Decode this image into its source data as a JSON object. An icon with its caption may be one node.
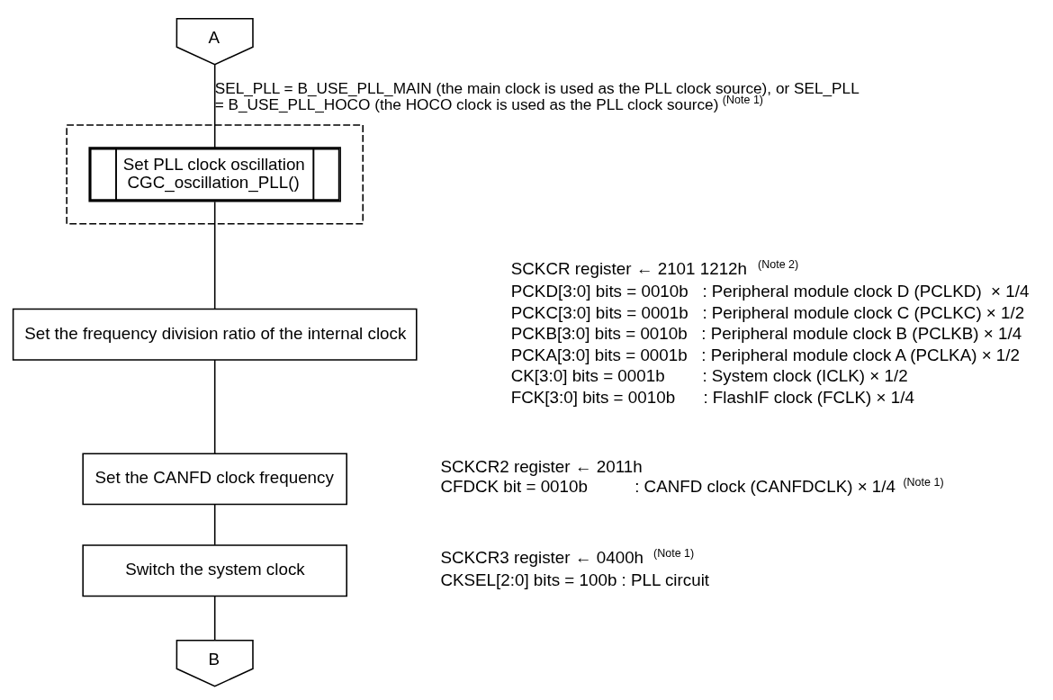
{
  "diagram": {
    "nodes": [
      {
        "text": [
          "A"
        ]
      },
      {
        "text": [],
        "shape": "box"
      },
      {
        "text": [
          "Set PLL clock oscillation",
          "CGC_oscillation_PLL()"
        ],
        "in": 1
      },
      {
        "text": [
          "Set the frequency division ratio of the internal clock"
        ],
        "beside": [
          "SCKCR register ← 2101 1212h $^{(Note 2)}$",
          "PCKD[3:0] bits = 0010b   : Peripheral module clock D (PCLKD)  × 1/4",
          "PCKC[3:0] bits = 0001b   : Peripheral module clock C (PCLKC) × 1/2",
          "PCKB[3:0] bits = 0010b   : Peripheral module clock B (PCLKB) × 1/4",
          "PCKA[3:0] bits = 0001b   : Peripheral module clock A (PCLKA) × 1/2",
          "CK[3:0] bits = 0001b        : System clock (ICLK) × 1/2",
          "FCK[3:0] bits = 0010b      : FlashIF clock (FCLK) × 1/4"
        ]
      },
      {
        "text": [
          "Set the CANFD clock frequency"
        ],
        "beside": [
          "SCKCR2 register ← 2011h",
          "CFDCK bit = 0010b          : CANFD clock (CANFDCLK) × 1/4 $^{(Note 1)}$"
        ]
      },
      {
        "text": [
          "Switch the system clock"
        ],
        "beside": [
          "SCKCR3 register ← 0400h $^{(Note 1)}$",
          "CKSEL[2:0] bits = 100b : PLL circuit"
        ]
      },
      {
        "text": [
          "B"
        ]
      }
    ],
    "edges": [
      {
        "from": 0,
        "to": 2,
        "arrow": "none",
        "label": "SEL_PLL = B_USE_PLL_MAIN (the main clock is used as the PLL clock source), or SEL_PLL = B_USE_PLL_HOCO (the HOCO clock is used as the PLL clock source) $^{(Note 1)}$"
      },
      {
        "from": 2,
        "to": 3,
        "arrow": "none"
      },
      {
        "from": 3,
        "to": 4,
        "arrow": "none"
      },
      {
        "from": 4,
        "to": 5,
        "arrow": "none"
      },
      {
        "from": 5,
        "to": 6,
        "arrow": "none"
      }
    ]
  }
}
